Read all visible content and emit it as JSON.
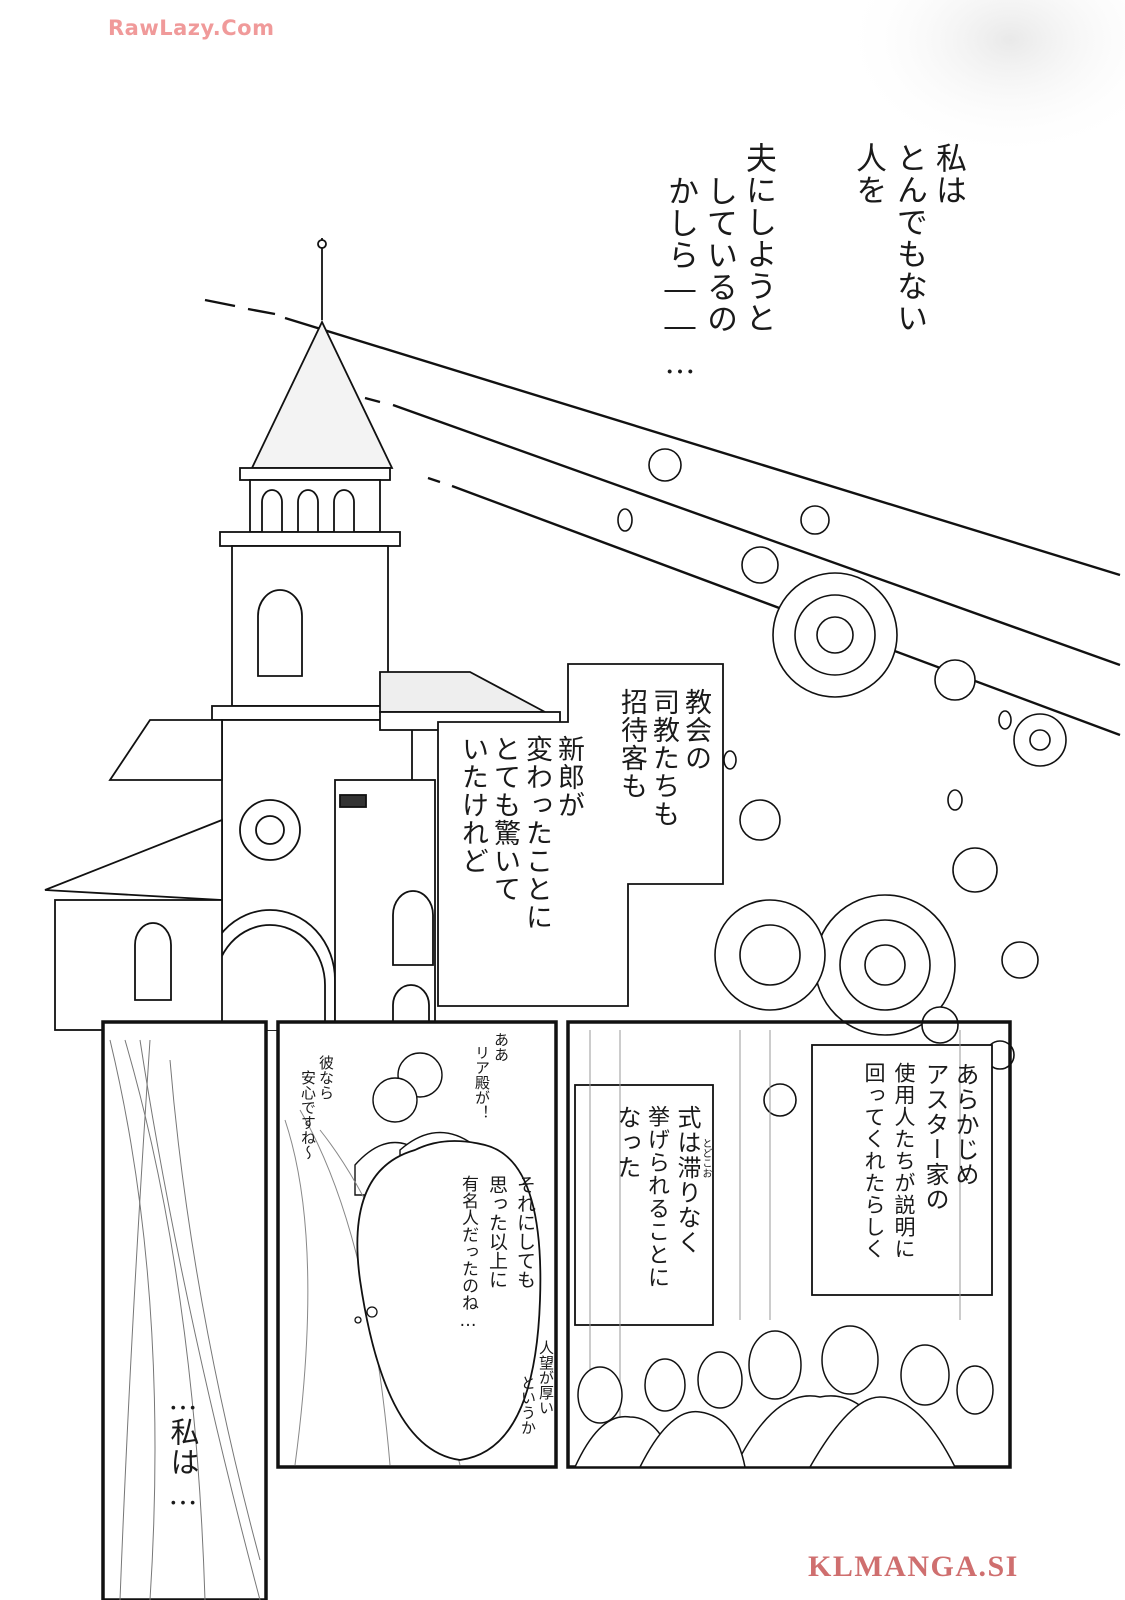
{
  "watermarks": {
    "top": "RawLazy.Com",
    "bottom": "KLMANGA.SI",
    "top_color": "#f09a9a",
    "bottom_color": "#cf6f6f"
  },
  "narration_top": [
    "私は",
    "とんでもない",
    "人を",
    "夫にしようと",
    "しているの",
    "かしら――…"
  ],
  "box_left": [
    "新郎が",
    "変わったことに",
    "とても驚いて",
    "いたけれど"
  ],
  "box_right": [
    "教会の",
    "司教たちも",
    "招待客も"
  ],
  "panel_right": {
    "box1": [
      "あらかじめ",
      "アスター家の",
      "使用人たちが説明に",
      "回ってくれたらしく"
    ],
    "box2": [
      "式は滞りなく",
      "挙げられることに",
      "なった"
    ],
    "ruby_todokoori": "とどこお"
  },
  "panel_mid": {
    "bubble": [
      "それにしても",
      "思った以上に",
      "有名人だったのね…"
    ],
    "aside_jinbou": [
      "人望が厚い",
      "というか"
    ],
    "handwritten_1": [
      "ああ",
      "リア殿が！"
    ],
    "handwritten_2": [
      "彼なら",
      "安心ですね～"
    ]
  },
  "panel_left": {
    "monologue": "…私は…"
  }
}
